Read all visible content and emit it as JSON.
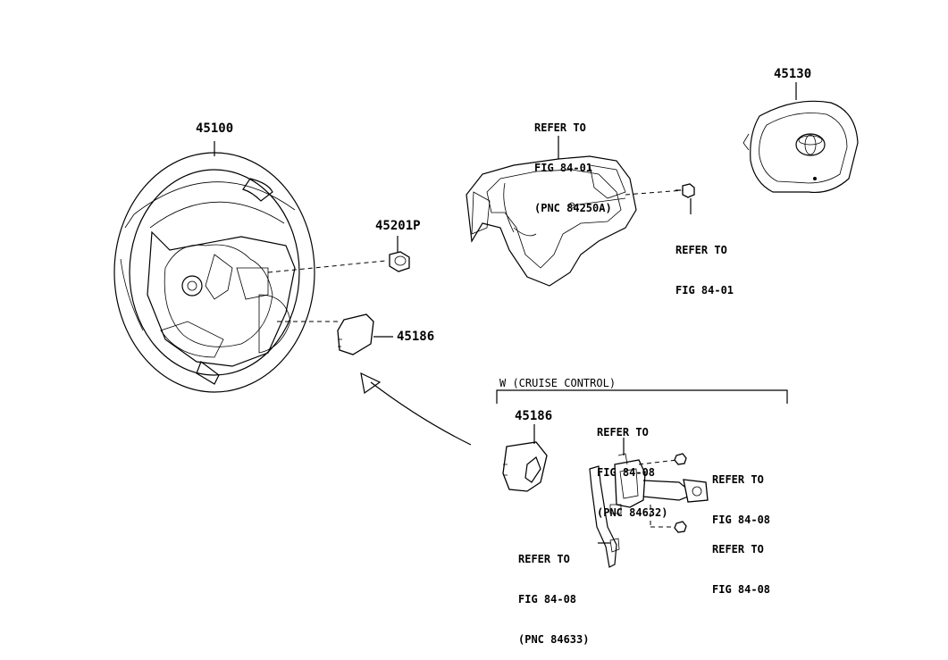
{
  "labels": {
    "wheel": "45100",
    "airbag": "45130",
    "nut": "45201P",
    "cover_right": "45186",
    "cover_cc": "45186",
    "refer_ring": [
      "REFER TO",
      "FIG 84-01",
      "(PNC 84250A)"
    ],
    "refer_screw": [
      "REFER TO",
      "FIG 84-01"
    ],
    "group_title": "W (CRUISE CONTROL)",
    "refer_cc_top": [
      "REFER TO",
      "FIG 84-08",
      "(PNC 84632)"
    ],
    "refer_cc_right_1": [
      "REFER TO",
      "FIG 84-08"
    ],
    "refer_cc_right_2": [
      "REFER TO",
      "FIG 84-08"
    ],
    "refer_cc_bottom": [
      "REFER TO",
      "FIG 84-08",
      "(PNC 84633)"
    ]
  }
}
